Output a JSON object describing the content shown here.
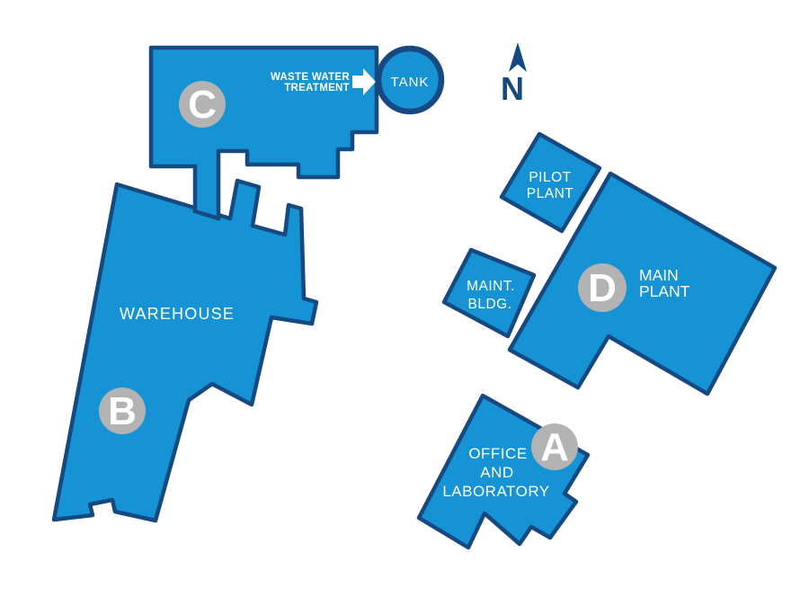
{
  "colors": {
    "building_fill": "#1593d5",
    "building_outline": "#15497f",
    "badge_fill": "#b3b3b3",
    "badge_letter": "#ffffff",
    "label_text": "#ffffff",
    "north_color": "#15497f",
    "background": "#ffffff"
  },
  "buildings": {
    "building_c": {
      "badge": "C"
    },
    "tank": {
      "label": "TANK"
    },
    "warehouse": {
      "label": "WAREHOUSE",
      "badge": "B"
    },
    "pilot_plant": {
      "label_line1": "PILOT",
      "label_line2": "PLANT"
    },
    "maint_bldg": {
      "label_line1": "MAINT.",
      "label_line2": "BLDG."
    },
    "main_plant": {
      "label_line1": "MAIN",
      "label_line2": "PLANT",
      "badge": "D"
    },
    "office_lab": {
      "label_line1": "OFFICE",
      "label_line2": "AND",
      "label_line3": "LABORATORY",
      "badge": "A"
    }
  },
  "annotations": {
    "waste_water_line1": "WASTE WATER",
    "waste_water_line2": "TREATMENT",
    "north_label": "N"
  }
}
